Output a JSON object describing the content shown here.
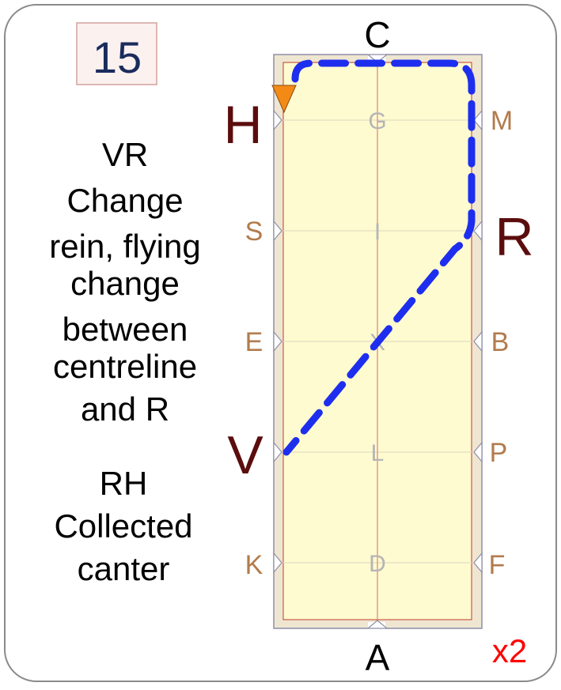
{
  "movement": {
    "number": "15",
    "description_lines": [
      "VR",
      "Change",
      "rein, flying",
      "change",
      "between",
      "centreline",
      "and R"
    ],
    "gait_lines": [
      "RH",
      "Collected",
      "canter"
    ],
    "repeat": "x2"
  },
  "arena": {
    "markers": {
      "C": "C",
      "A": "A",
      "H": "H",
      "S": "S",
      "E": "E",
      "V": "V",
      "K": "K",
      "M": "M",
      "R": "R",
      "B": "B",
      "P": "P",
      "F": "F",
      "G": "G",
      "I": "I",
      "X": "X",
      "L": "L",
      "D": "D"
    },
    "highlighted_markers": [
      "H",
      "R",
      "V"
    ]
  },
  "colors": {
    "arena_fill": "#fffbd0",
    "surround_fill": "#efe6d2",
    "surround_border": "#8e8ea8",
    "centerline": "#e08080",
    "gridline": "#e8e1c4",
    "path": "#1e2eee",
    "start_marker": "#f48a16",
    "letter_outer": "#b27b4c",
    "letter_inner": "#b5b5b5",
    "letter_highlight": "#5b0d0d",
    "number_box_fill": "#fbf1ef",
    "number_box_border": "#d4a29d",
    "number_text": "#1a2b5c",
    "repeat_text": "#ff0000"
  },
  "icons": {
    "start": "triangle-down-icon"
  }
}
